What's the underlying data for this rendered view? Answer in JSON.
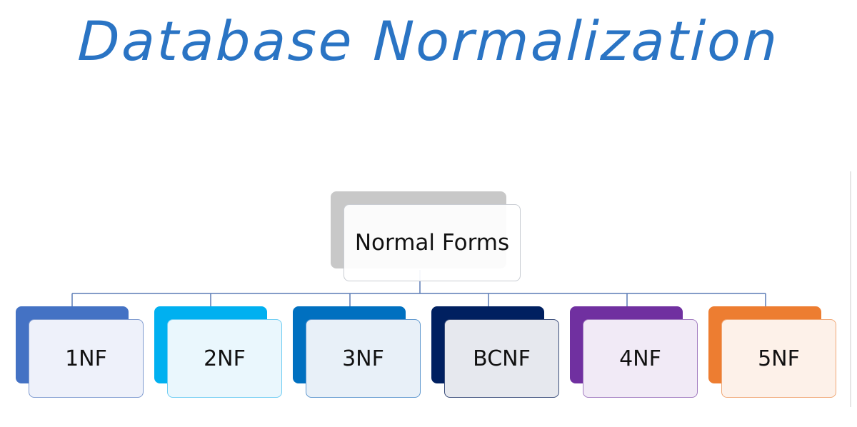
{
  "title": "Database Normalization",
  "diagram": {
    "root": {
      "label": "Normal Forms",
      "color": "#c8c8c8"
    },
    "children": [
      {
        "label": "1NF",
        "color": "#4472c4",
        "tint": "#eef1fa",
        "border": "#7f9bd0"
      },
      {
        "label": "2NF",
        "color": "#00b0f0",
        "tint": "#eaf7fd",
        "border": "#6fcdf3"
      },
      {
        "label": "3NF",
        "color": "#0070c0",
        "tint": "#e8f0f8",
        "border": "#5f98cf"
      },
      {
        "label": "BCNF",
        "color": "#002060",
        "tint": "#e6e8ee",
        "border": "#3a4d7a"
      },
      {
        "label": "4NF",
        "color": "#7030a0",
        "tint": "#f1eaf6",
        "border": "#a27cc0"
      },
      {
        "label": "5NF",
        "color": "#ed7d31",
        "tint": "#fdf1e9",
        "border": "#f0a876"
      }
    ],
    "connector_color": "#5b7bb5"
  }
}
